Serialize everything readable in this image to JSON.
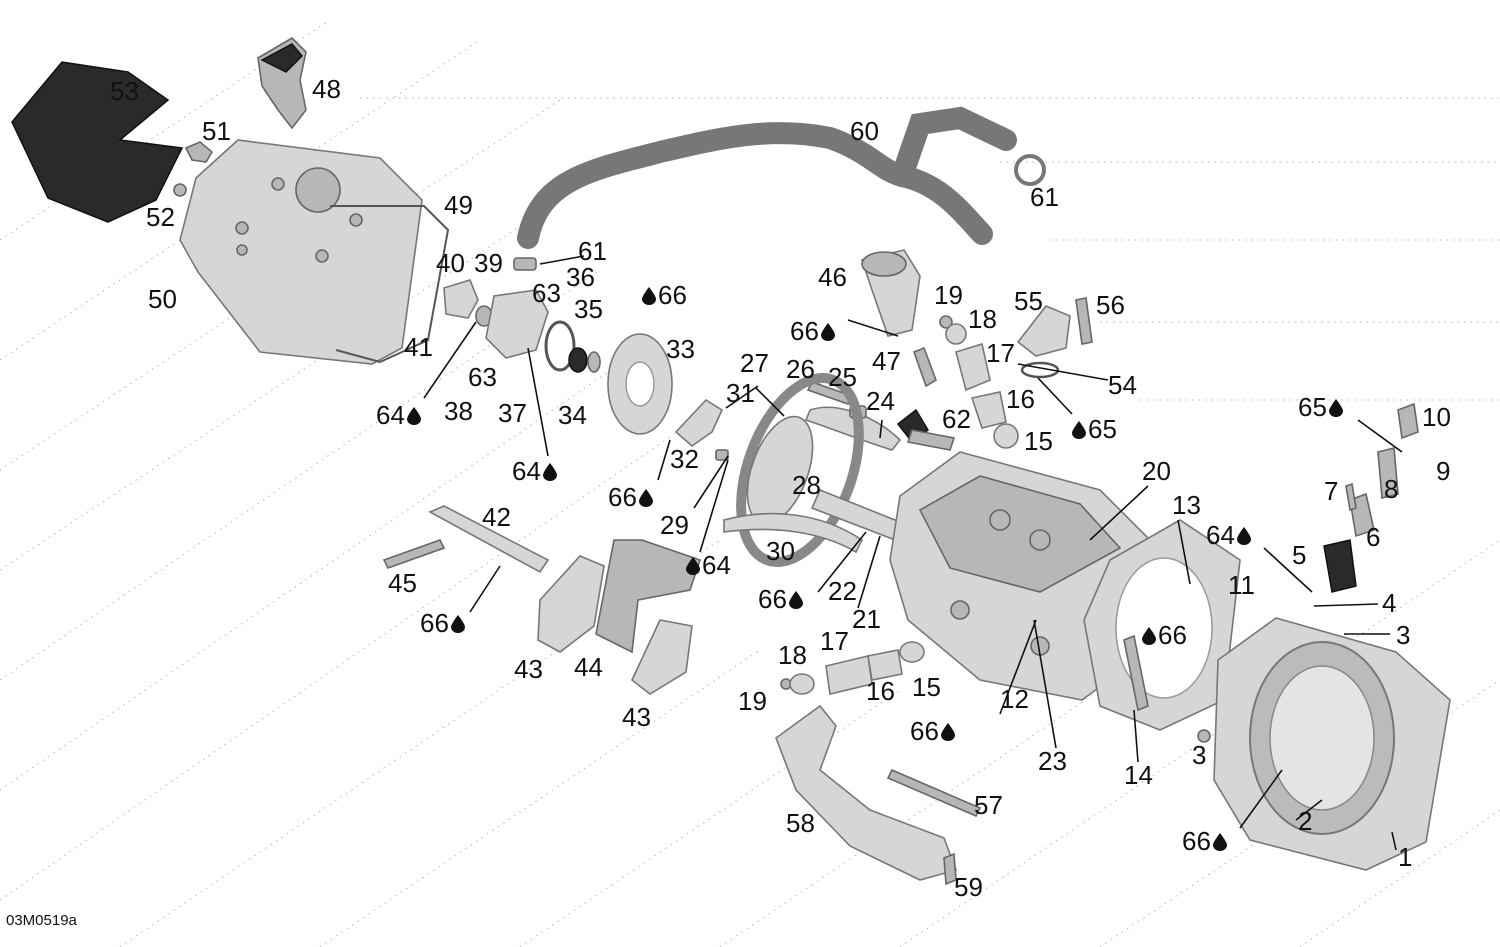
{
  "diagram": {
    "reference_code": "03M0519a",
    "labels": [
      {
        "id": "53",
        "text": "53"
      },
      {
        "id": "48",
        "text": "48"
      },
      {
        "id": "51",
        "text": "51"
      },
      {
        "id": "52",
        "text": "52"
      },
      {
        "id": "49",
        "text": "49"
      },
      {
        "id": "50",
        "text": "50"
      },
      {
        "id": "40",
        "text": "40"
      },
      {
        "id": "39",
        "text": "39"
      },
      {
        "id": "61a",
        "text": "61"
      },
      {
        "id": "36",
        "text": "36"
      },
      {
        "id": "63a",
        "text": "63"
      },
      {
        "id": "35",
        "text": "35"
      },
      {
        "id": "66a",
        "text": "66",
        "drop": "before"
      },
      {
        "id": "41",
        "text": "41"
      },
      {
        "id": "64a",
        "text": "64",
        "drop": "after"
      },
      {
        "id": "38",
        "text": "38"
      },
      {
        "id": "63b",
        "text": "63"
      },
      {
        "id": "37",
        "text": "37"
      },
      {
        "id": "34",
        "text": "34"
      },
      {
        "id": "33",
        "text": "33"
      },
      {
        "id": "64b",
        "text": "64",
        "drop": "after"
      },
      {
        "id": "60",
        "text": "60"
      },
      {
        "id": "61b",
        "text": "61"
      },
      {
        "id": "46",
        "text": "46"
      },
      {
        "id": "66b",
        "text": "66",
        "drop": "after"
      },
      {
        "id": "47",
        "text": "47"
      },
      {
        "id": "19a",
        "text": "19"
      },
      {
        "id": "18a",
        "text": "18"
      },
      {
        "id": "17a",
        "text": "17"
      },
      {
        "id": "55",
        "text": "55"
      },
      {
        "id": "56",
        "text": "56"
      },
      {
        "id": "54",
        "text": "54"
      },
      {
        "id": "16a",
        "text": "16"
      },
      {
        "id": "15a",
        "text": "15"
      },
      {
        "id": "65a",
        "text": "65",
        "drop": "before"
      },
      {
        "id": "27",
        "text": "27"
      },
      {
        "id": "26",
        "text": "26"
      },
      {
        "id": "25",
        "text": "25"
      },
      {
        "id": "24",
        "text": "24"
      },
      {
        "id": "62",
        "text": "62"
      },
      {
        "id": "31",
        "text": "31"
      },
      {
        "id": "32",
        "text": "32"
      },
      {
        "id": "66c",
        "text": "66",
        "drop": "after"
      },
      {
        "id": "29",
        "text": "29"
      },
      {
        "id": "28",
        "text": "28"
      },
      {
        "id": "64c",
        "text": "64",
        "drop": "before"
      },
      {
        "id": "30",
        "text": "30"
      },
      {
        "id": "42",
        "text": "42"
      },
      {
        "id": "45",
        "text": "45"
      },
      {
        "id": "66d",
        "text": "66",
        "drop": "after"
      },
      {
        "id": "43a",
        "text": "43"
      },
      {
        "id": "44",
        "text": "44"
      },
      {
        "id": "43b",
        "text": "43"
      },
      {
        "id": "66e",
        "text": "66",
        "drop": "after"
      },
      {
        "id": "22",
        "text": "22"
      },
      {
        "id": "21",
        "text": "21"
      },
      {
        "id": "20",
        "text": "20"
      },
      {
        "id": "13",
        "text": "13"
      },
      {
        "id": "11",
        "text": "11"
      },
      {
        "id": "66f",
        "text": "66",
        "drop": "before"
      },
      {
        "id": "18b",
        "text": "18"
      },
      {
        "id": "17b",
        "text": "17"
      },
      {
        "id": "16b",
        "text": "16"
      },
      {
        "id": "15b",
        "text": "15"
      },
      {
        "id": "19b",
        "text": "19"
      },
      {
        "id": "66g",
        "text": "66",
        "drop": "after"
      },
      {
        "id": "12",
        "text": "12"
      },
      {
        "id": "23",
        "text": "23"
      },
      {
        "id": "14",
        "text": "14"
      },
      {
        "id": "65b",
        "text": "65",
        "drop": "after"
      },
      {
        "id": "10",
        "text": "10"
      },
      {
        "id": "9",
        "text": "9"
      },
      {
        "id": "7",
        "text": "7"
      },
      {
        "id": "8",
        "text": "8"
      },
      {
        "id": "64d",
        "text": "64",
        "drop": "after"
      },
      {
        "id": "6",
        "text": "6"
      },
      {
        "id": "5",
        "text": "5"
      },
      {
        "id": "4",
        "text": "4"
      },
      {
        "id": "3a",
        "text": "3"
      },
      {
        "id": "3b",
        "text": "3"
      },
      {
        "id": "2",
        "text": "2"
      },
      {
        "id": "1",
        "text": "1"
      },
      {
        "id": "66h",
        "text": "66",
        "drop": "after"
      },
      {
        "id": "57",
        "text": "57"
      },
      {
        "id": "58",
        "text": "58"
      },
      {
        "id": "59",
        "text": "59"
      }
    ]
  }
}
